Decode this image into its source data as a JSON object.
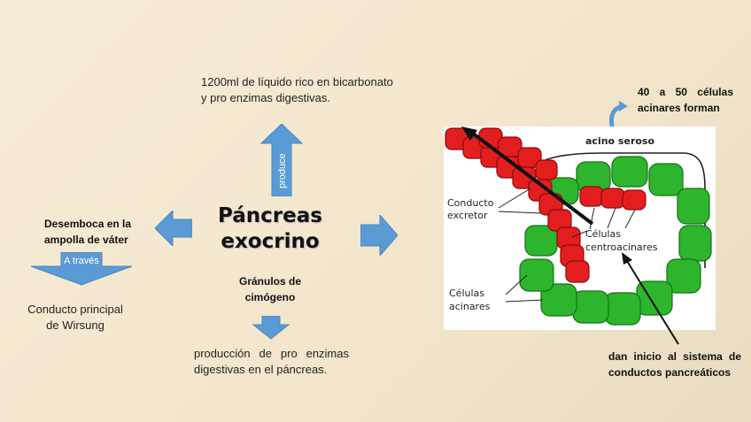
{
  "center": {
    "title_line1": "Páncreas",
    "title_line2": "exocrino"
  },
  "top": {
    "arrow_label": "produce",
    "text_line1": "1200ml de líquido rico en bicarbonato",
    "text_line2": "y pro enzimas digestivas."
  },
  "left": {
    "text_line1": "Desemboca en la",
    "text_line2": "ampolla de váter",
    "arrow_label": "A través",
    "duct_line1": "Conducto principal",
    "duct_line2": "de Wirsung"
  },
  "bottom": {
    "granules_line1": "Gránulos de",
    "granules_line2": "cimógeno",
    "text_line1": "producción de pro enzimas",
    "text_line2": "digestivas en el páncreas."
  },
  "right": {
    "top_line1": "40 a 50 células",
    "top_line2": "acinares forman",
    "bottom_line1": "dan inicio al sistema de",
    "bottom_line2": "conductos pancreáticos",
    "diagram": {
      "acino_label": "acino seroso",
      "conducto_line1": "Conducto",
      "conducto_line2": "excretor",
      "centro_line1": "Células",
      "centro_line2": "centroacinares",
      "acinares_line1": "Células",
      "acinares_line2": "acinares"
    }
  },
  "colors": {
    "arrow_blue": "#5b9bd5",
    "cell_green": "#2db52d",
    "cell_red": "#e41e1e"
  }
}
